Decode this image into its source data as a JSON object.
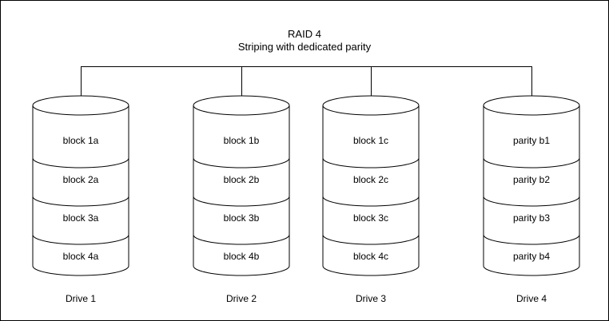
{
  "title": "RAID 4",
  "subtitle": "Striping with dedicated parity",
  "drives": [
    {
      "label": "Drive 1",
      "blocks": [
        "block 1a",
        "block 2a",
        "block 3a",
        "block 4a"
      ]
    },
    {
      "label": "Drive 2",
      "blocks": [
        "block 1b",
        "block 2b",
        "block 3b",
        "block 4b"
      ]
    },
    {
      "label": "Drive 3",
      "blocks": [
        "block 1c",
        "block 2c",
        "block 3c",
        "block 4c"
      ]
    },
    {
      "label": "Drive 4",
      "blocks": [
        "parity b1",
        "parity b2",
        "parity b3",
        "parity b4"
      ]
    }
  ],
  "colors": {
    "line": "#000000",
    "background": "#ffffff"
  }
}
